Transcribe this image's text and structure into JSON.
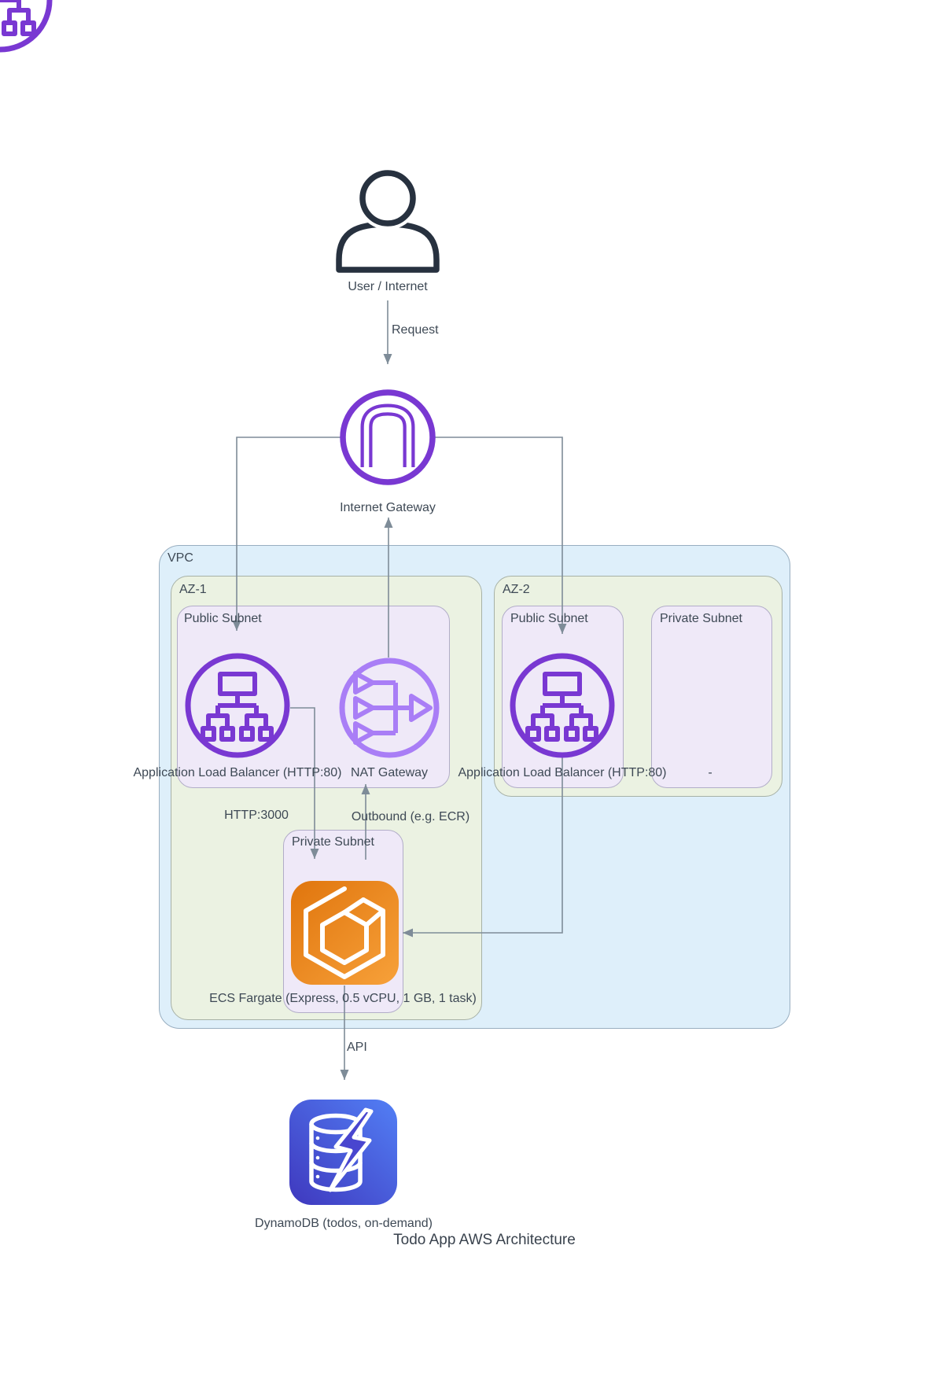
{
  "title": "Todo App AWS Architecture",
  "containers": {
    "vpc": "VPC",
    "az1": "AZ-1",
    "az2": "AZ-2",
    "public_subnet_az1": "Public Subnet",
    "public_subnet_az2": "Public Subnet",
    "private_subnet_az1": "Private Subnet",
    "private_subnet_az2": "Private Subnet"
  },
  "nodes": {
    "user": {
      "label": "User / Internet"
    },
    "internet_gateway": {
      "label": "Internet Gateway"
    },
    "alb_az1": {
      "label": "Application Load Balancer (HTTP:80)"
    },
    "nat_gateway": {
      "label": "NAT Gateway"
    },
    "alb_az2": {
      "label": "Application Load Balancer (HTTP:80)"
    },
    "private_az2_placeholder": "-",
    "ecs_fargate": {
      "label": "ECS Fargate (Express, 0.5 vCPU, 1 GB, 1 task)"
    },
    "dynamodb": {
      "label": "DynamoDB (todos, on-demand)"
    }
  },
  "edges": {
    "request": "Request",
    "http3000": "HTTP:3000",
    "outbound": "Outbound (e.g. ECR)",
    "api": "API"
  },
  "colors": {
    "vpc_fill": "#DEEFFA",
    "az_fill": "#EBF2E2",
    "subnet_fill": "#EFE9F8",
    "gateway_purple": "#7938D2",
    "nat_purple": "#A97EF6",
    "ecs_orange_start": "#E0750D",
    "ecs_orange_end": "#F7A13A",
    "dynamodb_blue_start": "#3F38BE",
    "dynamodb_blue_end": "#527FF5",
    "connector_gray": "#7E8C98",
    "text_color": "#3E4955",
    "user_icon_color": "#27313F"
  }
}
